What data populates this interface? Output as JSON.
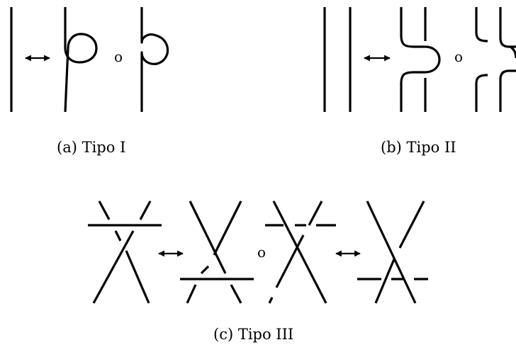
{
  "captions": {
    "a": "(a) Tipo I",
    "b": "(b) Tipo II",
    "c": "(c) Tipo III"
  },
  "conjunction": "o",
  "arrow_glyph": "↔",
  "stroke_color": "#000000"
}
